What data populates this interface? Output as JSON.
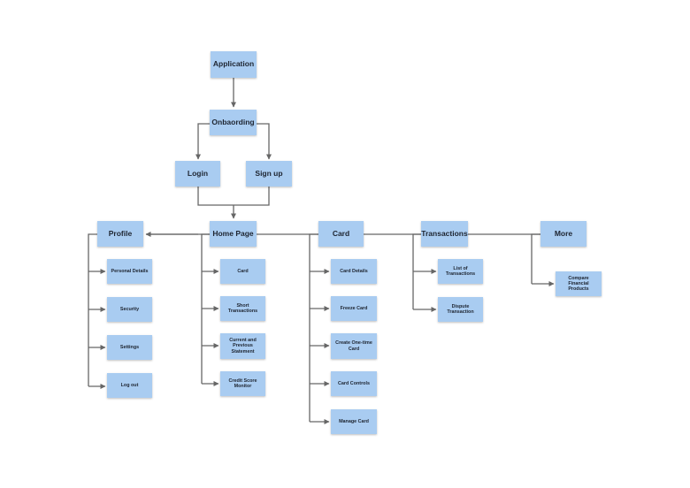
{
  "nodes": {
    "application": "Application",
    "onboarding": "Onbaording",
    "login": "Login",
    "signup": "Sign up",
    "profile": "Profile",
    "homepage": "Home Page",
    "card": "Card",
    "transactions": "Transactions",
    "more": "More"
  },
  "profile_items": [
    "Personal Details",
    "Security",
    "Settings",
    "Log out"
  ],
  "home_items": [
    "Card",
    "Short Transactions",
    "Current and Previous Statement",
    "Credit Score Monitor"
  ],
  "card_items": [
    "Card Details",
    "Freeze Card",
    "Create One-time Card",
    "Card Controls",
    "Manage Card"
  ],
  "transaction_items": [
    "List of Transactions",
    "Dispute Transaction"
  ],
  "more_items": [
    "Compare Financial Products"
  ],
  "colors": {
    "note": "#a9ccf1",
    "line": "#666666",
    "text": "#1d2430"
  }
}
